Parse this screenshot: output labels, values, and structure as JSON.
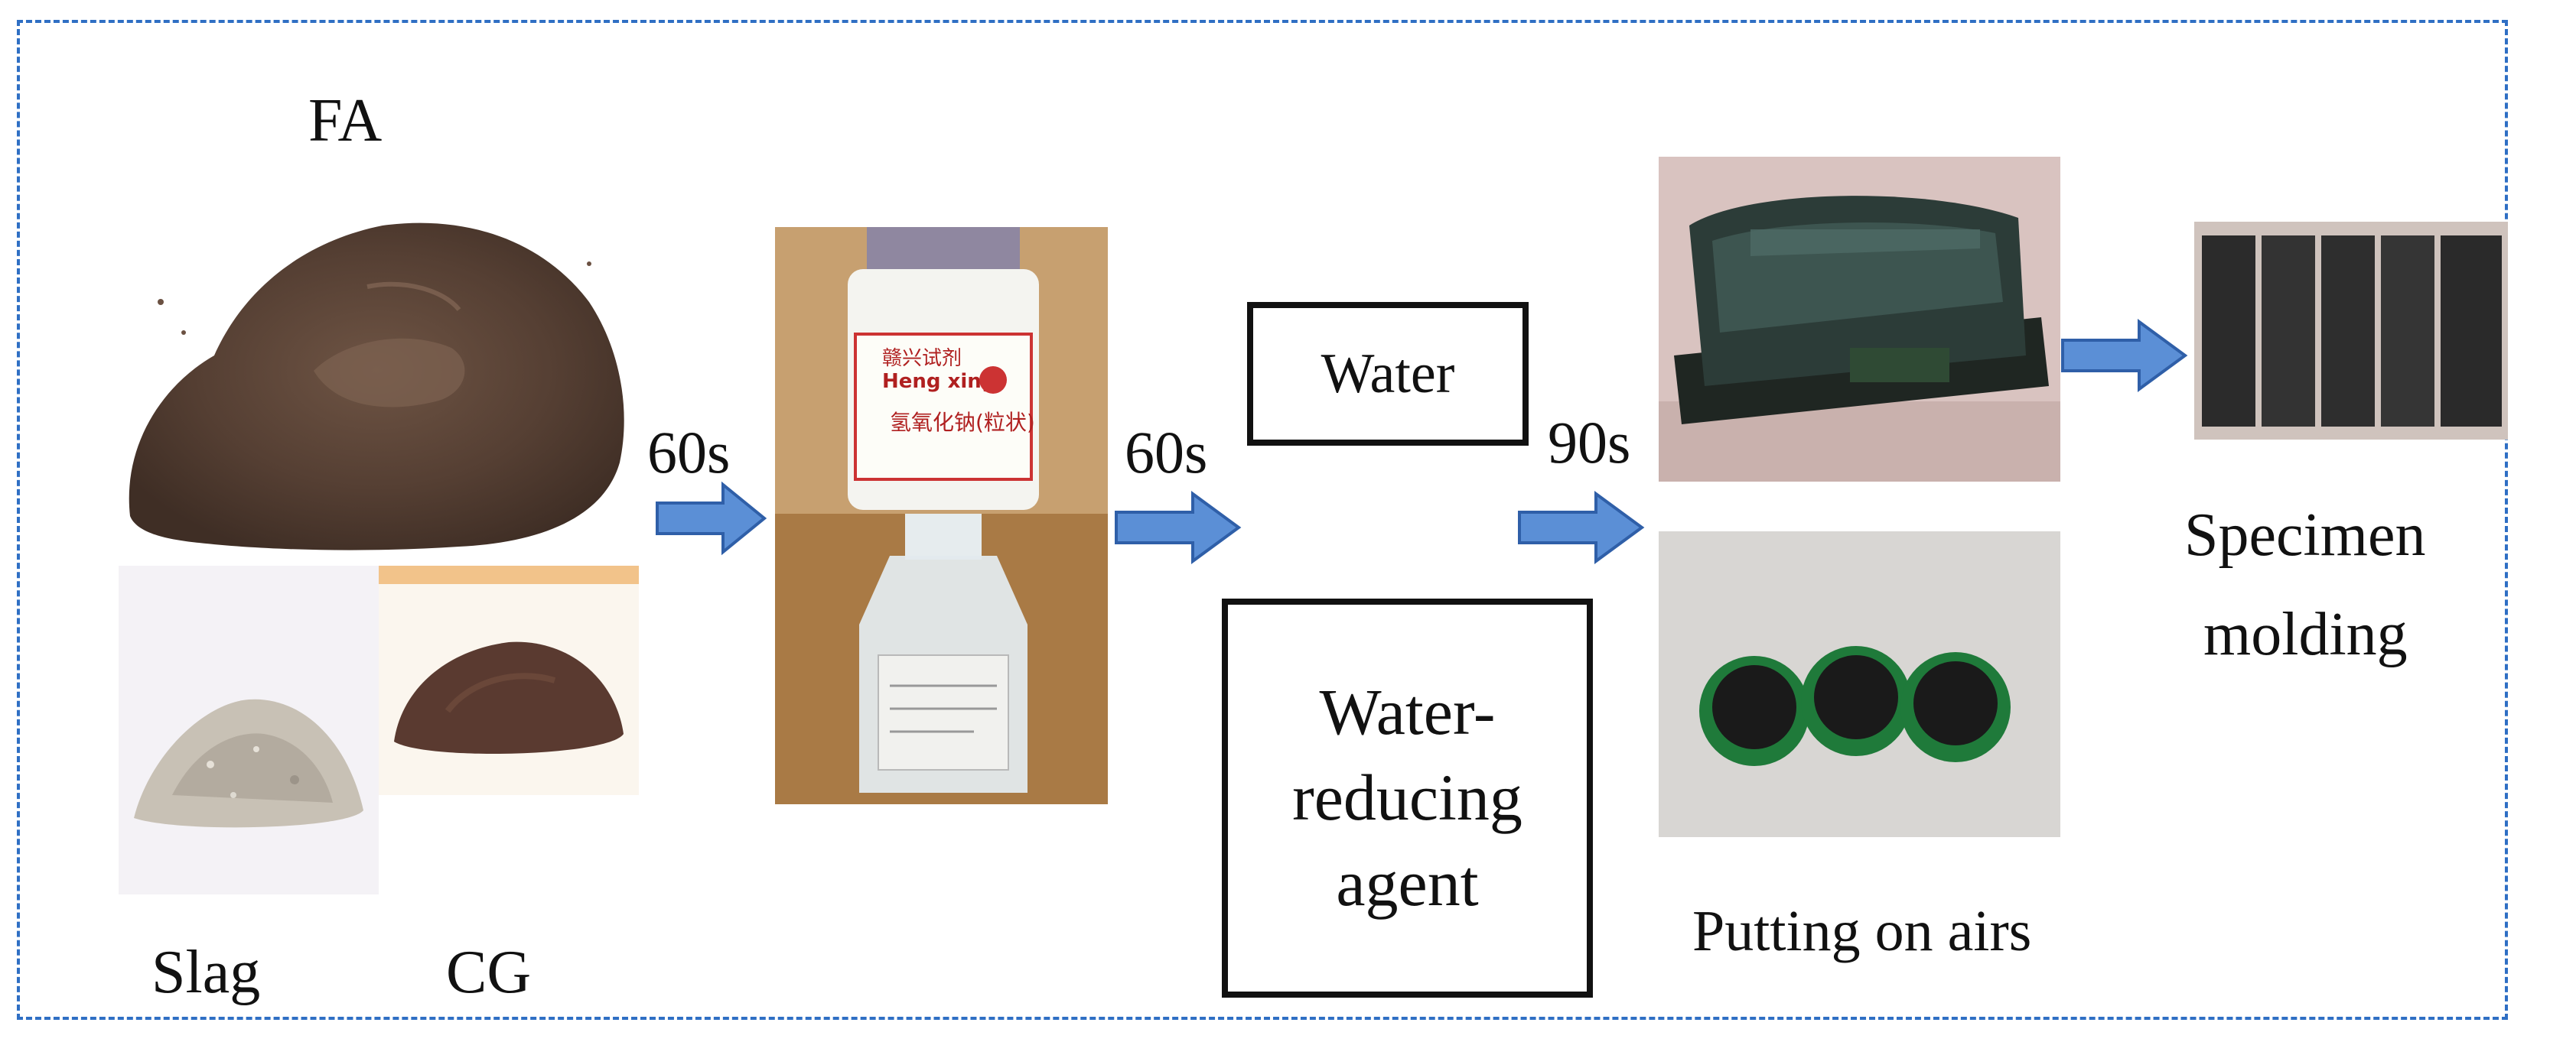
{
  "labels": {
    "fa": "FA",
    "slag": "Slag",
    "cg": "CG",
    "time1": "60s",
    "time2": "60s",
    "time3": "90s",
    "water": "Water",
    "water_reducing_line1": "Water-",
    "water_reducing_line2": "reducing",
    "water_reducing_line3": "agent",
    "putting_on_airs": "Putting on airs",
    "specimen_line1": "Specimen",
    "specimen_line2": "molding"
  },
  "reagent_bottle": {
    "brand_cn": "赣兴试剂",
    "brand_en": "Heng xing",
    "chemical_cn": "氢氧化钠(粒状)"
  },
  "colors": {
    "border_dash": "#2f6fc4",
    "arrow_fill": "#5b8fd6",
    "arrow_stroke": "#2f5fa8"
  }
}
